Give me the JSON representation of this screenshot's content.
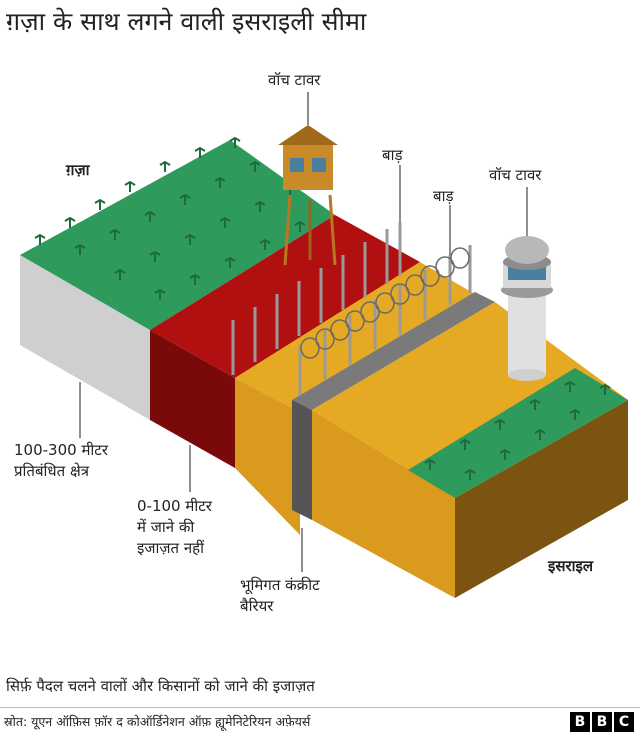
{
  "title": "ग़ज़ा के साथ लगने वाली इसराइली सीमा",
  "labels": {
    "watchtower_left": "वॉच टावर",
    "watchtower_right": "वॉच टावर",
    "fence_1": "बाड़",
    "fence_2": "बाड़",
    "gaza": "ग़ज़ा",
    "israel": "इसराइल",
    "zone_100_300_line1": "100-300 मीटर",
    "zone_100_300_line2": "प्रतिबंधित क्षेत्र",
    "zone_0_100_line1": "0-100 मीटर",
    "zone_0_100_line2": "में जाने की",
    "zone_0_100_line3": "इजाज़त नहीं",
    "barrier_line1": "भूमिगत कंक्रीट",
    "barrier_line2": "बैरियर"
  },
  "footnote": "सिर्फ़ पैदल चलने वालों और किसानों को जाने की इजाज़त",
  "source": "स्रोत: यूएन ऑफ़िस फ़ॉर द कोऑर्डिनेशन ऑफ़ ह्यूमेनिटेरियन अफ़ेयर्स",
  "logo": [
    "B",
    "B",
    "C"
  ],
  "colors": {
    "grass": "#2e9a5c",
    "restricted_zone": "#8b0000",
    "no_access_zone": "#a30d0d",
    "israel_ground": "#e0a020",
    "soil_dark": "#7a5410",
    "barrier": "#555555"
  }
}
